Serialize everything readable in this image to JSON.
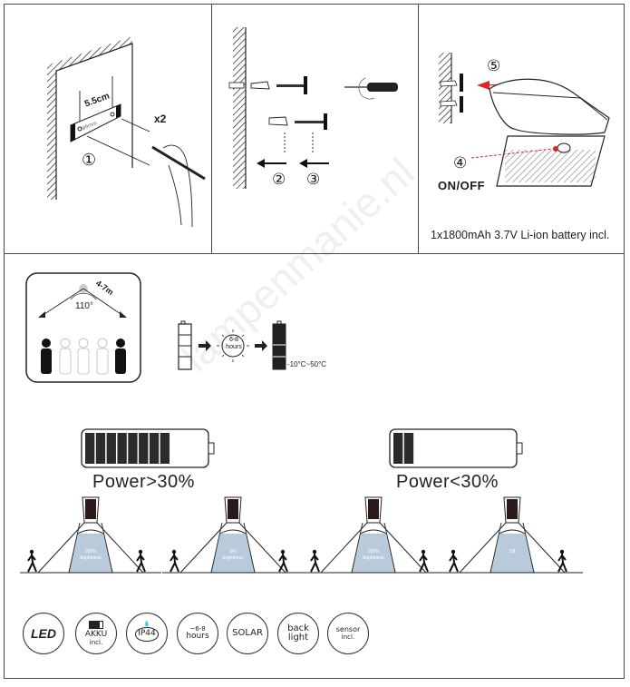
{
  "step1": {
    "dimension_label": "5.5cm",
    "hole_label": "φ6mm",
    "multiplier_label": "x2",
    "step_number": "①"
  },
  "step23": {
    "step2_number": "②",
    "step3_number": "③"
  },
  "step45": {
    "step5_number": "⑤",
    "step4_number": "④",
    "switch_label": "ON/OFF",
    "battery_note": "1x1800mAh 3.7V Li-ion battery incl."
  },
  "sensor": {
    "range_label": "4-7m",
    "angle_label": "110°"
  },
  "charging": {
    "duration_line1": "6-8",
    "duration_line2": "hours",
    "temperature_range": "-10°C~50°C"
  },
  "power_modes": [
    {
      "label": "Power>30%",
      "charge_segments": 8,
      "total_segments": 11
    },
    {
      "label": "Power<30%",
      "charge_segments": 2,
      "total_segments": 11
    }
  ],
  "lighting_scenes": [
    {
      "brightness_line1": "100%",
      "brightness_line2": "brightness"
    },
    {
      "brightness_line1": "5%",
      "brightness_line2": "brightness"
    },
    {
      "brightness_line1": "100%",
      "brightness_line2": "brightness"
    },
    {
      "brightness_line1": "Off",
      "brightness_line2": ""
    }
  ],
  "feature_badges": [
    {
      "id": "led",
      "line1": "LED",
      "line2": ""
    },
    {
      "id": "akku",
      "line1": "AKKU",
      "line2": "incl."
    },
    {
      "id": "ip44",
      "line1": "IP44",
      "line2": ""
    },
    {
      "id": "hours",
      "line1": "~6-8",
      "line2": "hours"
    },
    {
      "id": "solar",
      "line1": "SOLAR",
      "line2": ""
    },
    {
      "id": "backlight",
      "line1": "back",
      "line2": "light"
    },
    {
      "id": "sensor",
      "line1": "sensor",
      "line2": "incl."
    }
  ],
  "watermark": "lampenmanie.nl",
  "colors": {
    "line": "#1a1a1a",
    "red_arrow": "#d8262b",
    "light_cone": "#b9cbdb",
    "border": "#4a4a4a"
  }
}
